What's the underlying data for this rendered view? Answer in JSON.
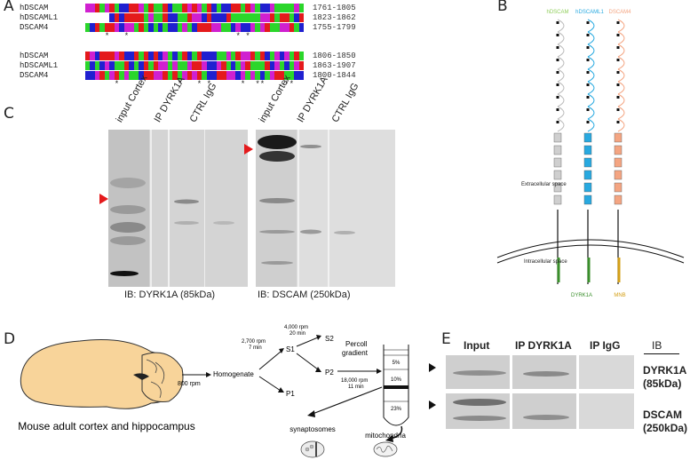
{
  "panels": {
    "a": "A",
    "b": "B",
    "c": "C",
    "d": "D",
    "e": "E"
  },
  "alignment": {
    "block1": [
      {
        "name": "hDSCAM",
        "range": "1761-1805"
      },
      {
        "name": "hDSCAML1",
        "range": "1823-1862"
      },
      {
        "name": "DSCAM4",
        "range": "1755-1799"
      }
    ],
    "block2": [
      {
        "name": "hDSCAM",
        "range": "1806-1850"
      },
      {
        "name": "hDSCAML1",
        "range": "1863-1907"
      },
      {
        "name": "DSCAM4",
        "range": "1800-1844"
      }
    ],
    "colors": {
      "red": "#e41a1c",
      "green": "#2bd62b",
      "blue": "#2020d0",
      "magenta": "#d020d0",
      "white": "#ffffff"
    }
  },
  "panel_b": {
    "proteins": [
      {
        "name": "hDSCAM",
        "color": "#8fce5a"
      },
      {
        "name": "hDSCAML1",
        "color": "#28a9e0"
      },
      {
        "name": "DSCAM4",
        "color": "#f4a582"
      }
    ],
    "extracellular": "Extracellular space",
    "intracellular": "Intracellular space",
    "kinases": [
      {
        "name": "DYRK1A",
        "color": "#3a8f2b"
      },
      {
        "name": "MNB",
        "color": "#d4a017"
      }
    ]
  },
  "panel_c": {
    "blot1": {
      "lanes": [
        "input Cortex",
        "IP DYRK1A",
        "CTRL IgG"
      ],
      "caption": "IB: DYRK1A (85kDa)"
    },
    "blot2": {
      "lanes": [
        "input Cortex",
        "IP DYRK1A",
        "CTRL IgG"
      ],
      "caption": "IB: DSCAM (250kDa)"
    }
  },
  "panel_d": {
    "source": "Mouse adult cortex and hippocampus",
    "step1": "800 rpm",
    "homogenate": "Homogenate",
    "spin2": [
      "2,700 rpm",
      "7 min"
    ],
    "s1": "S1",
    "p1": "P1",
    "spin3": [
      "4,000 rpm",
      "20 min"
    ],
    "s2": "S2",
    "p2": "P2",
    "percoll": [
      "Percoll",
      "gradient"
    ],
    "spin4": [
      "18,000 rpm",
      "11 min"
    ],
    "gradient": [
      "5%",
      "10%",
      "23%"
    ],
    "synaptosomes": "synaptosomes",
    "mitochondria": "mitochondria"
  },
  "panel_e": {
    "columns": [
      "Input",
      "IP DYRK1A",
      "IP IgG",
      "IB"
    ],
    "rows": [
      {
        "label": "DYRK1A",
        "size": "(85kDa)"
      },
      {
        "label": "DSCAM",
        "size": "(250kDa)"
      }
    ]
  }
}
